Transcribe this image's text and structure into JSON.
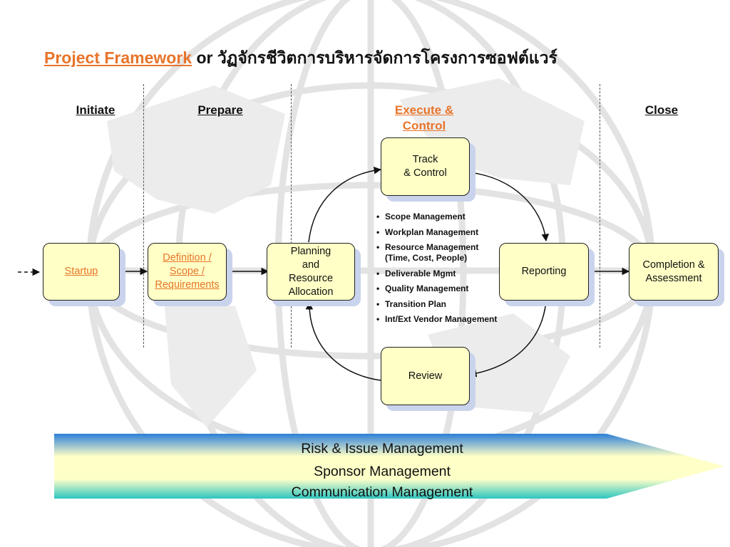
{
  "title": {
    "link_text": "Project Framework",
    "rest_text": " or วัฏจักรชีวิตการบริหารจัดการโครงการซอฟต์แวร์"
  },
  "phases": {
    "initiate": "Initiate",
    "prepare": "Prepare",
    "execute_line1": "Execute &",
    "execute_line2": "Control",
    "close": "Close"
  },
  "boxes": {
    "startup": "Startup",
    "definition_line1": "Definition /",
    "definition_line2": "Scope /",
    "definition_line3": "Requirements",
    "planning_line1": "Planning",
    "planning_line2": "and",
    "planning_line3": "Resource",
    "planning_line4": "Allocation",
    "track_line1": "Track",
    "track_line2": "& Control",
    "reporting": "Reporting",
    "review": "Review",
    "completion_line1": "Completion &",
    "completion_line2": "Assessment"
  },
  "bullets": [
    "Scope Management",
    "Workplan Management",
    "Resource Management (Time, Cost, People)",
    "Deliverable Mgmt",
    "Quality Management",
    "Transition Plan",
    "Int/Ext Vendor Management"
  ],
  "banner": {
    "line1": "Risk & Issue Management",
    "line2": "Sponsor Management",
    "line3": "Communication Management"
  },
  "colors": {
    "accent_orange": "#e8742a",
    "box_fill": "#ffffc6",
    "box_shadow": "#c9d3ec",
    "banner_blue": "#2c7fd8",
    "banner_yellow": "#ffffc8",
    "banner_teal": "#2cc5c0"
  }
}
